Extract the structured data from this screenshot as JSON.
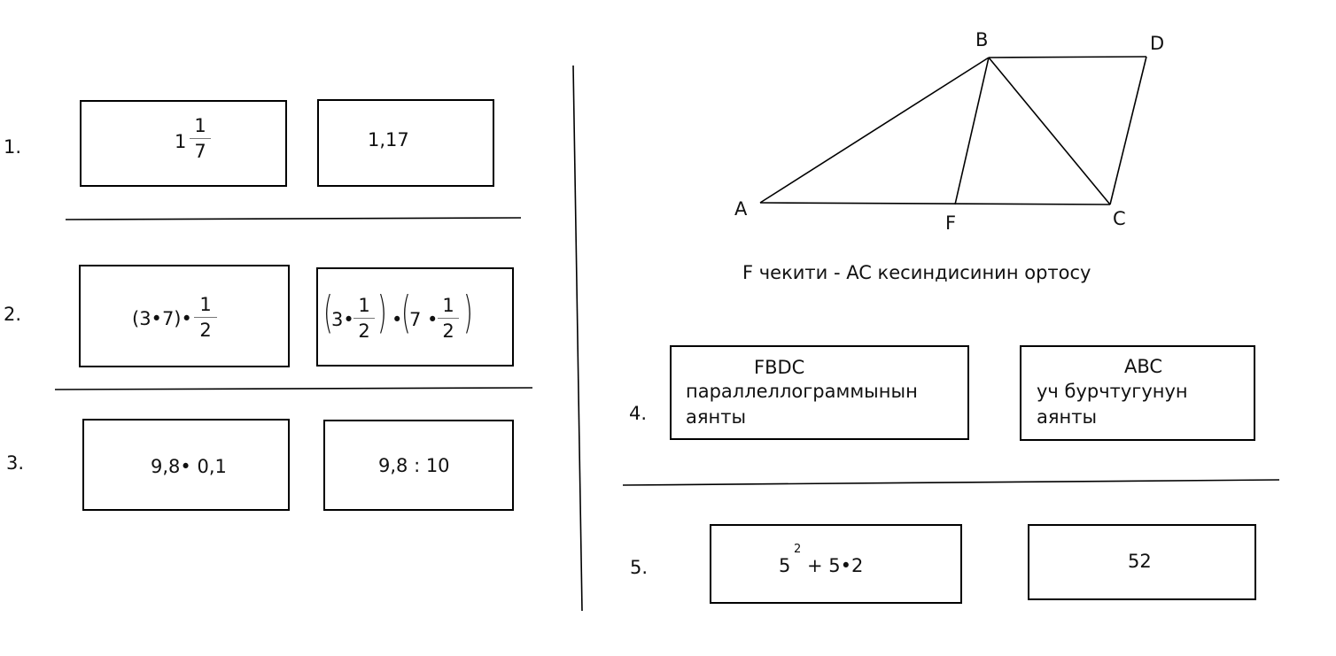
{
  "problems": {
    "n1": "1.",
    "n2": "2.",
    "n3": "3.",
    "n4": "4.",
    "n5": "5."
  },
  "p1": {
    "left_whole": "1",
    "left_num": "1",
    "left_den": "7",
    "right": "1,17"
  },
  "p2": {
    "left_expr": "(3•7)•",
    "left_num": "1",
    "left_den": "2",
    "right_a": "3•",
    "right_num1": "1",
    "right_den1": "2",
    "right_mid": "•",
    "right_b": "7 •",
    "right_num2": "1",
    "right_den2": "2"
  },
  "p3": {
    "left": "9,8• 0,1",
    "right": "9,8 : 10"
  },
  "triangle": {
    "A": "A",
    "B": "B",
    "C": "C",
    "D": "D",
    "F": "F",
    "caption": "F чекити -  AC  кесиндисинин  ортосу"
  },
  "p4": {
    "left_line1": "FBDC",
    "left_line2": "параллеллограммынын",
    "left_line3": "аянты",
    "right_line1": "ABC",
    "right_line2": "уч бурчтугунун",
    "right_line3": "аянты"
  },
  "p5": {
    "left_base": "5",
    "left_exp": "2",
    "left_rest": "+ 5•2",
    "right": "52"
  }
}
